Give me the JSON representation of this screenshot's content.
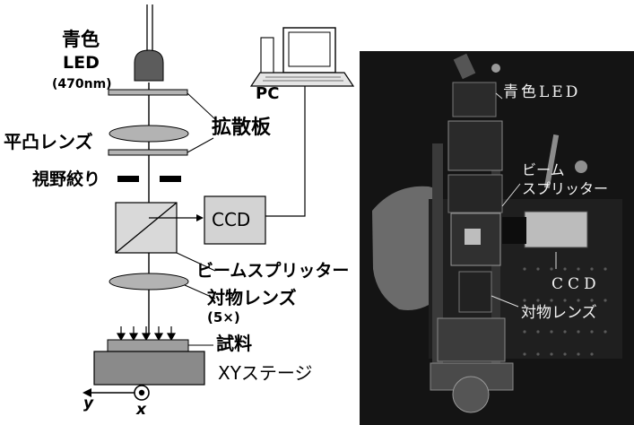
{
  "diagram": {
    "led_label_line1": "青色",
    "led_label_line2": "LED",
    "led_wavelength": "(470nm)",
    "pc_label": "PC",
    "diffuser_label": "拡散板",
    "plano_convex_label": "平凸レンズ",
    "field_stop_label": "視野絞り",
    "ccd_label": "CCD",
    "beam_splitter_label": "ビームスプリッター",
    "objective_label": "対物レンズ",
    "objective_mag": "(5×)",
    "sample_label": "試料",
    "stage_label": "XYステージ",
    "axis_y_label": "y",
    "axis_x_label": "x"
  },
  "photo": {
    "led_label": "青色LED",
    "beam_splitter_label_line1": "ビーム",
    "beam_splitter_label_line2": "スプリッター",
    "ccd_label": "CCD",
    "objective_label": "対物レンズ"
  },
  "colors": {
    "led_fill": "#5c5c5c",
    "component_gray": "#b3b3b3",
    "ccd_box": "#d3d3d3",
    "stage_fill": "#8a8a8a",
    "photo_background": "#141414"
  }
}
